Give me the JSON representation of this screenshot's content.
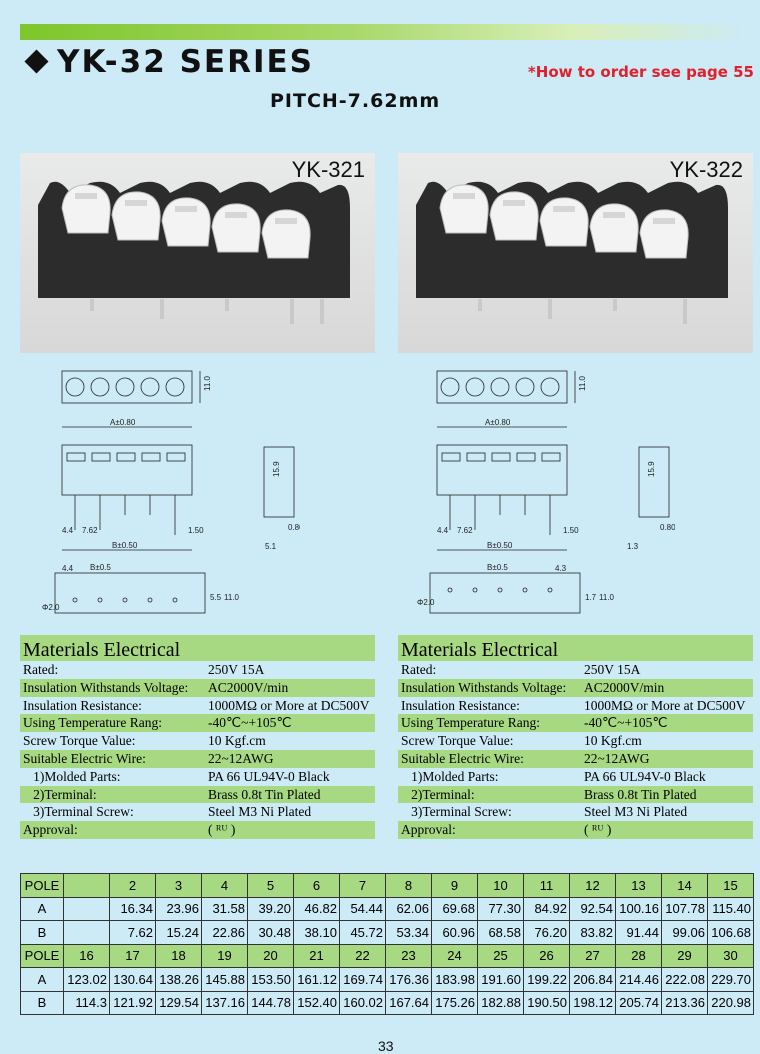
{
  "header": {
    "title": "YK-32 SERIES",
    "order_note": "*How to order see page 55",
    "pitch": "PITCH-7.62mm"
  },
  "products": [
    {
      "model": "YK-321"
    },
    {
      "model": "YK-322"
    }
  ],
  "drawings": {
    "left": {
      "dim_a": "A±0.80",
      "dim_b": "B±0.50",
      "dim_b2": "B±0.5",
      "h_top": "11.0",
      "h_side": "15.9",
      "pin_gap": "4.4",
      "pitch": "7.62",
      "pin_len": "1.50",
      "pin_w": "0.80",
      "side_base": "5.1",
      "hole": "Φ2.0",
      "pcb_h1": "5.5",
      "pcb_h2": "11.0",
      "edge": "4.4"
    },
    "right": {
      "dim_a": "A±0.80",
      "dim_b": "B±0.50",
      "dim_b2": "B±0.5",
      "h_top": "11.0",
      "h_side": "15.9",
      "pin_gap": "4.4",
      "pitch": "7.62",
      "pin_len": "1.50",
      "pin_w": "0.80",
      "side_base": "1.3",
      "hole": "Φ2.0",
      "pcb_h1": "1.7",
      "pcb_h2": "11.0",
      "edge": "4.3"
    }
  },
  "materials": {
    "heading": "Materials Electrical",
    "rows": [
      {
        "key": "Rated:",
        "value": "250V  15A"
      },
      {
        "key": "Insulation Withstands Voltage:",
        "value": "AC2000V/min"
      },
      {
        "key": "Insulation Resistance:",
        "value": "1000MΩ  or More at DC500V"
      },
      {
        "key": "Using Temperature Rang:",
        "value": "-40℃~+105℃"
      },
      {
        "key": " Screw Torque Value:",
        "value": "10 Kgf.cm"
      },
      {
        "key": "Suitable Electric Wire:",
        "value": "22~12AWG"
      },
      {
        "key": "   1)Molded Parts:",
        "value": "PA 66 UL94V-0 Black"
      },
      {
        "key": "   2)Terminal:",
        "value": "Brass 0.8t Tin Plated"
      },
      {
        "key": "   3)Terminal Screw:",
        "value": "Steel M3 Ni Plated"
      },
      {
        "key": "Approval:",
        "value": "( ᴿᵁ )"
      }
    ]
  },
  "table": {
    "row1_label": "POLE",
    "row1": [
      "",
      "2",
      "3",
      "4",
      "5",
      "6",
      "7",
      "8",
      "9",
      "10",
      "11",
      "12",
      "13",
      "14",
      "15"
    ],
    "rowA1_label": "A",
    "rowA1": [
      "",
      "16.34",
      "23.96",
      "31.58",
      "39.20",
      "46.82",
      "54.44",
      "62.06",
      "69.68",
      "77.30",
      "84.92",
      "92.54",
      "100.16",
      "107.78",
      "115.40"
    ],
    "rowB1_label": "B",
    "rowB1": [
      "",
      "7.62",
      "15.24",
      "22.86",
      "30.48",
      "38.10",
      "45.72",
      "53.34",
      "60.96",
      "68.58",
      "76.20",
      "83.82",
      "91.44",
      "99.06",
      "106.68"
    ],
    "row2_label": "POLE",
    "row2": [
      "16",
      "17",
      "18",
      "19",
      "20",
      "21",
      "22",
      "23",
      "24",
      "25",
      "26",
      "27",
      "28",
      "29",
      "30"
    ],
    "rowA2_label": "A",
    "rowA2": [
      "123.02",
      "130.64",
      "138.26",
      "145.88",
      "153.50",
      "161.12",
      "169.74",
      "176.36",
      "183.98",
      "191.60",
      "199.22",
      "206.84",
      "214.46",
      "222.08",
      "229.70"
    ],
    "rowB2_label": "B",
    "rowB2": [
      "114.3",
      "121.92",
      "129.54",
      "137.16",
      "144.78",
      "152.40",
      "160.02",
      "167.64",
      "175.26",
      "182.88",
      "190.50",
      "198.12",
      "205.74",
      "213.36",
      "220.98"
    ]
  },
  "page_number": "33"
}
